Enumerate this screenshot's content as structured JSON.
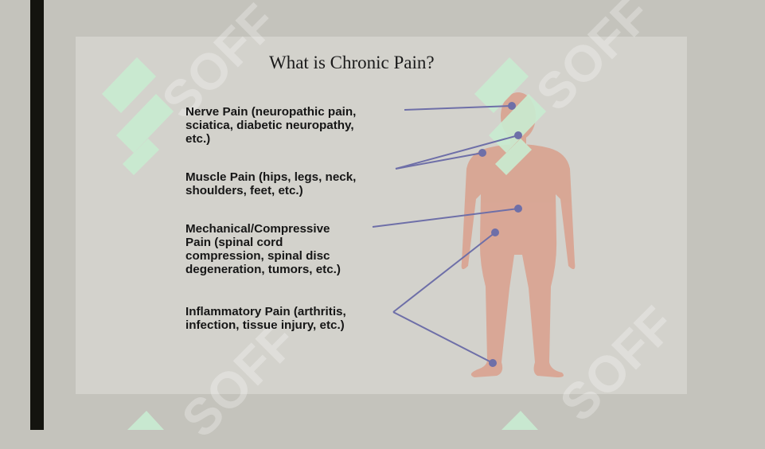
{
  "slide": {
    "title": "What is Chronic Pain?",
    "pain_types": [
      {
        "id": "nerve",
        "text": "Nerve Pain (neuropathic pain,\nsciatica, diabetic neuropathy,\netc.)"
      },
      {
        "id": "muscle",
        "text": "Muscle Pain (hips, legs, neck,\nshoulders, feet, etc.)"
      },
      {
        "id": "mechanical",
        "text": "Mechanical/Compressive\nPain (spinal cord\ncompression, spinal disc\ndegeneration, tumors, etc.)"
      },
      {
        "id": "inflammatory",
        "text": "Inflammatory Pain (arthritis,\ninfection, tissue injury, etc.)"
      }
    ]
  },
  "watermark": {
    "text": "SOFF"
  },
  "colors": {
    "background": "#c4c3bc",
    "panel": "#d3d2cc",
    "sidebar": "#14140f",
    "body_figure": "#d9a08c",
    "marker": "#6e6fa8",
    "watermark_logo": "#c9ecd1"
  }
}
